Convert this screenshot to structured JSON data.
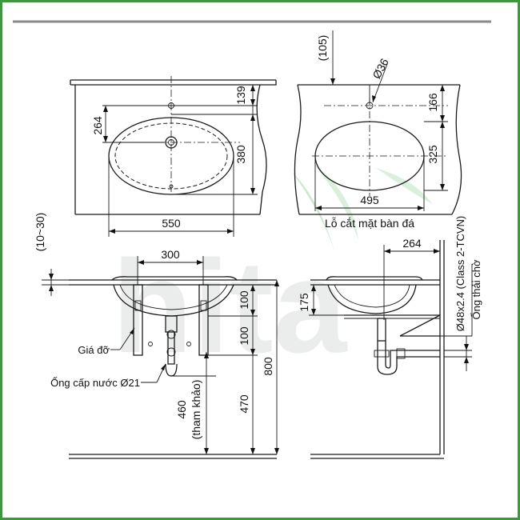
{
  "watermark": "hita",
  "colors": {
    "frame_border": "#3a9a3a",
    "top_rule": "#8a8a8a",
    "line": "#1a1a1a",
    "watermark_green": "#c7e6cb"
  },
  "plan_view": {
    "width_label": "550",
    "depth_upper_label": "264",
    "depth_right_top_label": "139",
    "depth_right_bottom_label": "380"
  },
  "cutout_view": {
    "offset_label": "(105)",
    "hole_label": "Ø36",
    "top_label": "166",
    "height_label": "325",
    "width_label": "495",
    "caption": "Lỗ cắt mặt bàn đá"
  },
  "front_elevation": {
    "counter_thickness_label": "(10~30)",
    "bracket_spacing_label": "300",
    "dim_100_a": "100",
    "dim_100_b": "100",
    "dim_470": "470",
    "dim_800": "800",
    "supply_height_label": "460",
    "supply_height_note": "(tham khảo)",
    "bracket_label": "Giá đỡ",
    "supply_pipe_label": "Ống cấp nước Ø21"
  },
  "side_elevation": {
    "offset_label": "264",
    "depth_label": "175",
    "drain_spec_label": "Ø48x2.4 (Class 2-TCVN)",
    "drain_label": "Ống thải chờ"
  }
}
